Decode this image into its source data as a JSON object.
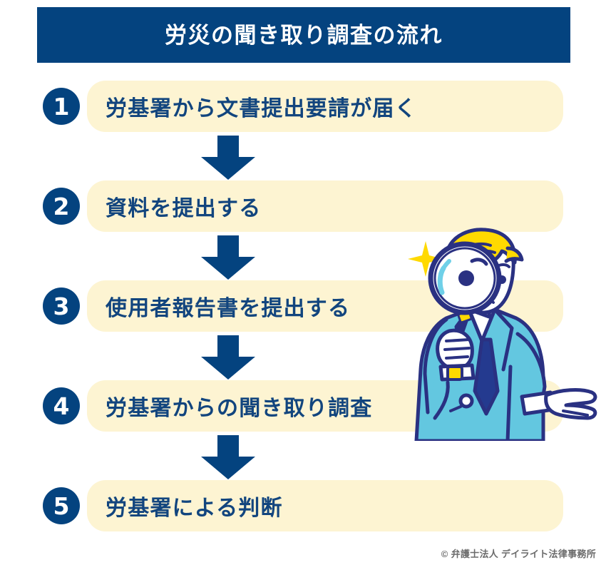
{
  "header": {
    "title": "労災の聞き取り調査の流れ",
    "bg_color": "#04437f",
    "text_color": "#ffffff"
  },
  "colors": {
    "navy": "#04437f",
    "text_navy": "#12457e",
    "bar_cream": "#fdf4d2",
    "suit_cyan": "#63c7e0",
    "hair_yellow": "#ffd900",
    "outline_navy": "#2a3182",
    "footer_gray": "#6b6b6b",
    "page_bg": "#ffffff"
  },
  "flow": {
    "steps": [
      {
        "number": "❶",
        "numeral": "1",
        "label": "労基署から文書提出要請が届く"
      },
      {
        "number": "❷",
        "numeral": "2",
        "label": "資料を提出する"
      },
      {
        "number": "❸",
        "numeral": "3",
        "label": "使用者報告書を提出する"
      },
      {
        "number": "❹",
        "numeral": "4",
        "label": "労基署からの聞き取り調査"
      },
      {
        "number": "❺",
        "numeral": "5",
        "label": "労基署による判断"
      }
    ],
    "connector_icon": "down-arrow-icon",
    "connector_count": 4
  },
  "illustration": {
    "name": "man-with-magnifying-glass-illustration",
    "parts": [
      "sparkle-icon",
      "magnifying-glass-icon",
      "blond-hair",
      "cyan-suit",
      "necktie",
      "wristwatch",
      "open-hand"
    ]
  },
  "footer": {
    "credit": "© 弁護士法人 デイライト法律事務所"
  }
}
